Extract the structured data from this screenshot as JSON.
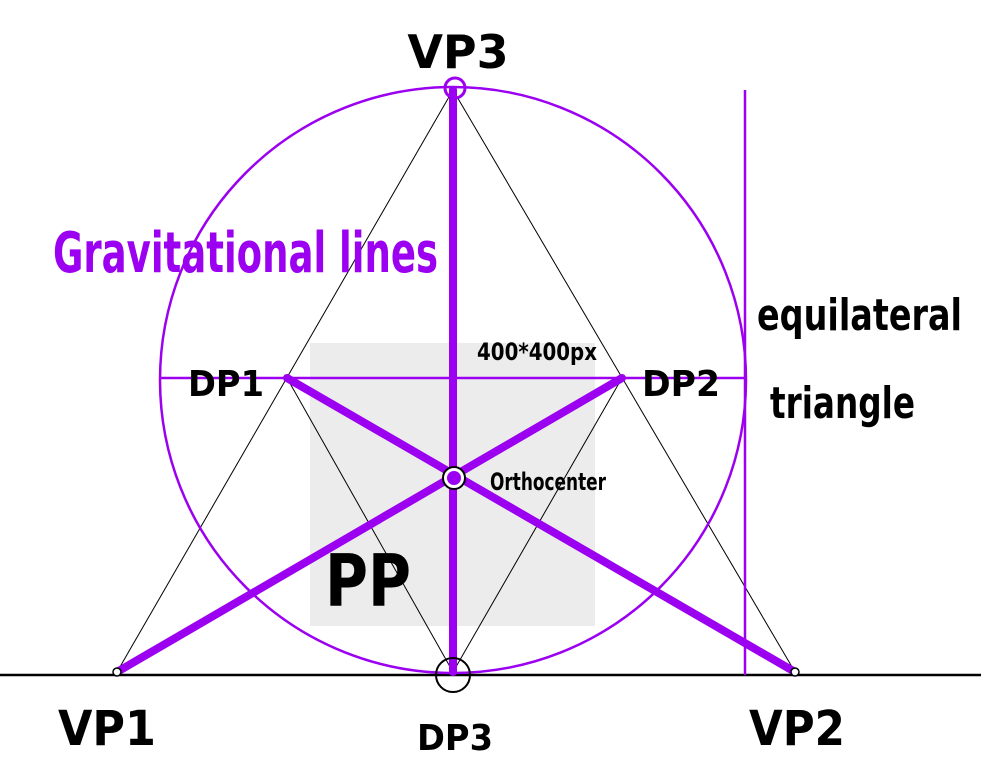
{
  "labels": {
    "vp1": "VP1",
    "vp2": "VP2",
    "vp3": "VP3",
    "dp1": "DP1",
    "dp2": "DP2",
    "dp3": "DP3",
    "pp": "PP",
    "orthocenter": "Orthocenter",
    "size": "400*400px",
    "gravitational": "Gravitational lines",
    "equilateral_1": "equilateral",
    "equilateral_2": "triangle"
  },
  "colors": {
    "accent": "#9b00f0",
    "ink": "#000000",
    "pp_fill": "#ececec"
  }
}
